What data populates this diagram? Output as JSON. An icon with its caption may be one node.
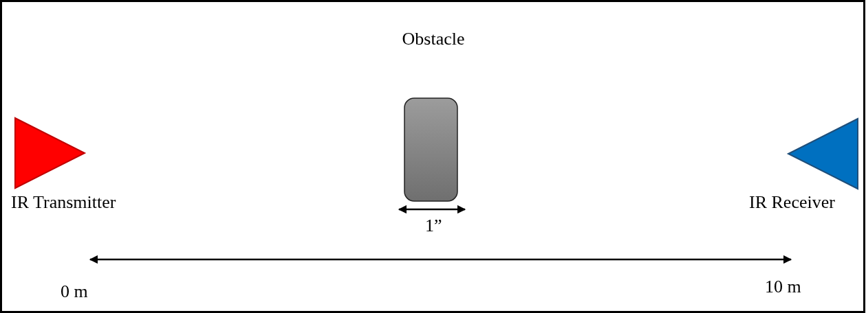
{
  "diagram": {
    "nodes": [
      {
        "text": [
          "IR Transmitter"
        ]
      },
      {
        "text": [
          "Obstacle"
        ]
      },
      {
        "text": [
          "IR Receiver"
        ]
      }
    ],
    "labels": [
      "1”",
      "0 m",
      "10 m"
    ]
  }
}
